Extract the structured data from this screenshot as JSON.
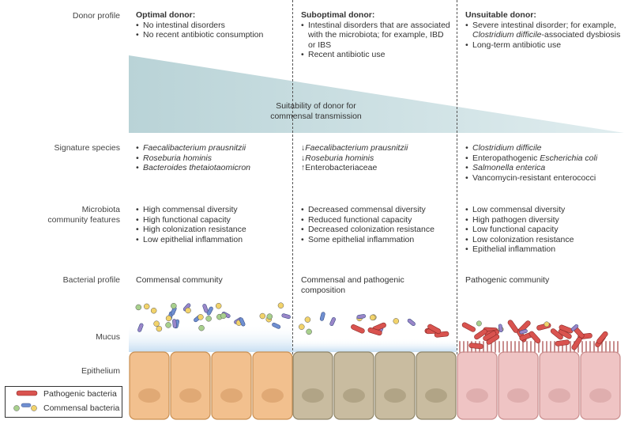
{
  "row_labels": {
    "donor_profile": "Donor profile",
    "signature_species": "Signature species",
    "microbiota_features": [
      "Microbiota",
      "community features"
    ],
    "bacterial_profile": "Bacterial profile",
    "mucus": "Mucus",
    "epithelium": "Epithelium"
  },
  "triangle_label": [
    "Suitability of donor for",
    "commensal transmission"
  ],
  "columns": {
    "optimal": {
      "title": "Optimal donor:",
      "donor_items": [
        "No intestinal disorders",
        "No recent antibiotic consumption"
      ],
      "species": [
        "Faecalibacterium prausnitzii",
        "Roseburia hominis",
        "Bacteroides thetaiotaomicron"
      ],
      "features": [
        "High commensal diversity",
        "High functional capacity",
        "High colonization resistance",
        "Low epithelial inflammation"
      ],
      "bacterial_profile": "Commensal community"
    },
    "suboptimal": {
      "title": "Suboptimal donor:",
      "donor_items": [
        "Intestinal disorders that are associated with the microbiota; for example, IBD or IBS",
        "Recent antibiotic use"
      ],
      "species": [
        {
          "arrow": "↓",
          "name": "Faecalibacterium prausnitzii"
        },
        {
          "arrow": "↓",
          "name": "Roseburia hominis"
        },
        {
          "arrow": "↑",
          "name": "Enterobacteriaceae"
        }
      ],
      "features": [
        "Decreased commensal diversity",
        "Reduced functional capacity",
        "Decreased colonization resistance",
        "Some epithelial inflammation"
      ],
      "bacterial_profile": [
        "Commensal and pathogenic",
        "composition"
      ]
    },
    "unsuitable": {
      "title": "Unsuitable donor:",
      "donor_items": [
        "Severe intestinal disorder; for example,",
        "Clostridium difficile",
        "-associated dysbiosis",
        "Long-term antibiotic use"
      ],
      "species": [
        "Clostridium difficile",
        "Enteropathogenic ",
        "Escherichia coli",
        "Salmonella enterica",
        "Vancomycin-resistant enterococci"
      ],
      "features": [
        "Low commensal diversity",
        "High pathogen diversity",
        "Low functional capacity",
        "Low colonization resistance",
        "Epithelial inflammation"
      ],
      "bacterial_profile": "Pathogenic community"
    }
  },
  "legend": {
    "pathogenic": "Pathogenic bacteria",
    "commensal": "Commensal bacteria"
  },
  "colors": {
    "triangle": "#c9dfe2",
    "mucus": "#cfe3f3",
    "cell_optimal": "#f2c08e",
    "cell_suboptimal": "#c9bca0",
    "cell_unsuitable": "#efc4c4",
    "pathogen": "#d9534f",
    "commensal_green": "#a8d08d",
    "commensal_yellow": "#f2d36b",
    "commensal_blue": "#6f8fd1",
    "commensal_purple": "#9a86c9"
  }
}
